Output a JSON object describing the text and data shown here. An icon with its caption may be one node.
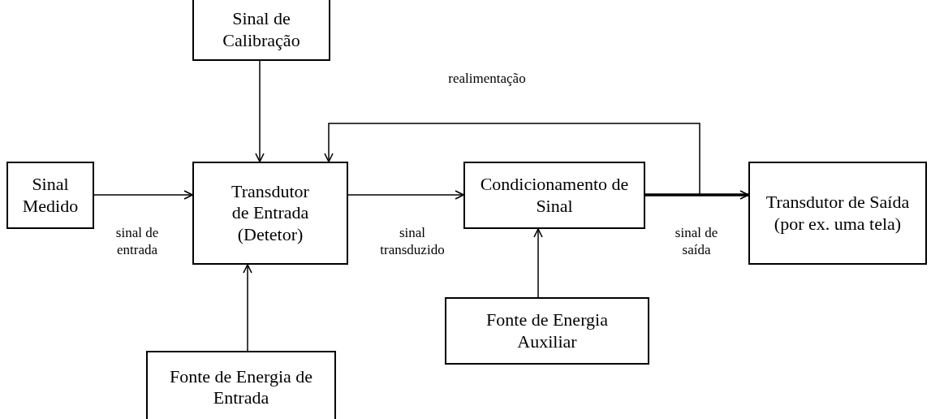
{
  "diagram": {
    "nodes": [
      {
        "text": [
          "Sinal Medido"
        ]
      },
      {
        "text": [
          "Sinal de Calibração"
        ]
      },
      {
        "text": [
          "Transdutor de Entrada (Detetor)"
        ]
      },
      {
        "text": [
          "Condicionamento de Sinal"
        ]
      },
      {
        "text": [
          "Transdutor de Saída (por ex. uma tela)"
        ]
      },
      {
        "text": [
          "Fonte de Energia Auxiliar"
        ]
      },
      {
        "text": [
          "Fonte de Energia de Entrada"
        ]
      }
    ],
    "edges": [
      {
        "from": 0,
        "to": 2,
        "arrow": "to",
        "label": "sinal de entrada"
      },
      {
        "from": 1,
        "to": 2,
        "arrow": "to"
      },
      {
        "from": 2,
        "to": 3,
        "arrow": "to",
        "label": "sinal transduzido"
      },
      {
        "from": 6,
        "to": 2,
        "arrow": "to"
      },
      {
        "from": 3,
        "to": 4,
        "arrow": "to",
        "label": "sinal de saída",
        "style": "thick"
      },
      {
        "from": 5,
        "to": 3,
        "arrow": "to"
      },
      {
        "from": 3,
        "to": 2,
        "arrow": "to",
        "label": "realimentação"
      }
    ]
  }
}
